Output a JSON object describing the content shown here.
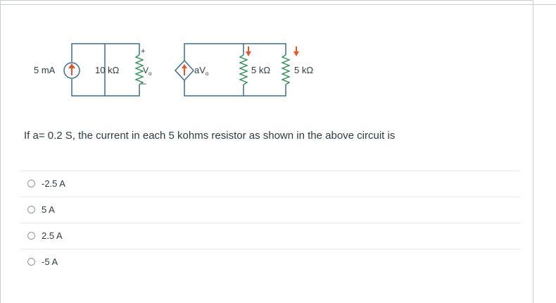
{
  "circuit": {
    "source_label": "5 mA",
    "resistor1_label": "10 kΩ",
    "vo_plus": "+",
    "vo_label": "V",
    "vo_sub": "o",
    "vo_minus": "–",
    "dep_source_label": "aV",
    "dep_source_sub": "o",
    "resistor2_label": "5 kΩ",
    "resistor3_label": "5 kΩ"
  },
  "question": {
    "text": "If a= 0.2 S, the current in each 5 kohms resistor as shown in the above circuit is"
  },
  "options": [
    {
      "label": "-2.5 A"
    },
    {
      "label": "5 A"
    },
    {
      "label": "2.5 A"
    },
    {
      "label": "-5 A"
    }
  ],
  "colors": {
    "wire": "#3d6f87",
    "source_fill": "#ffffff",
    "arrow": "#e8542a",
    "text": "#2d3b45"
  }
}
